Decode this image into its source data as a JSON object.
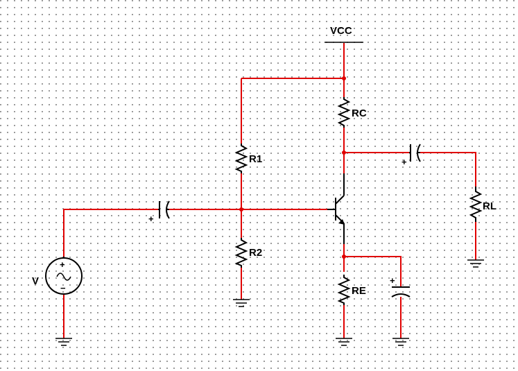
{
  "labels": {
    "vcc": "VCC",
    "r1": "R1",
    "r2": "R2",
    "rc": "RC",
    "re": "RE",
    "rl": "RL",
    "source": "V"
  },
  "polarity": {
    "plus": "+",
    "minus": "−"
  },
  "colors": {
    "wire": "#e00000",
    "component": "#000000",
    "grid_dot": "#8a8a8a"
  }
}
